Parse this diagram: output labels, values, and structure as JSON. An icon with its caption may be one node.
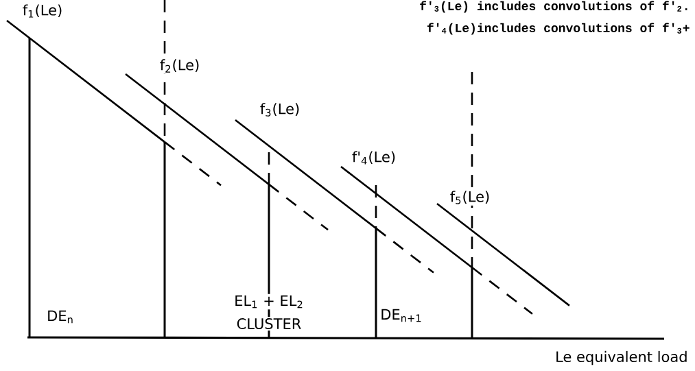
{
  "diagram": {
    "labels": [
      "f'$_{3}$(Le) includes convolutions of f'$_{2}$.",
      "f'$_{4}$(Le)includes convolutions of f'$_{3}$+",
      "f$_{1}$(Le)",
      "f$_{2}$(Le)",
      "f$_{3}$(Le)",
      "f'$_{4}$(Le)",
      "f$_{5}$(Le)",
      "DE$_{n}$",
      "EL$_{1}$ + EL$_{2}$",
      "CLUSTER",
      "DE$_{n+1}$",
      "Le equivalent load"
    ]
  }
}
